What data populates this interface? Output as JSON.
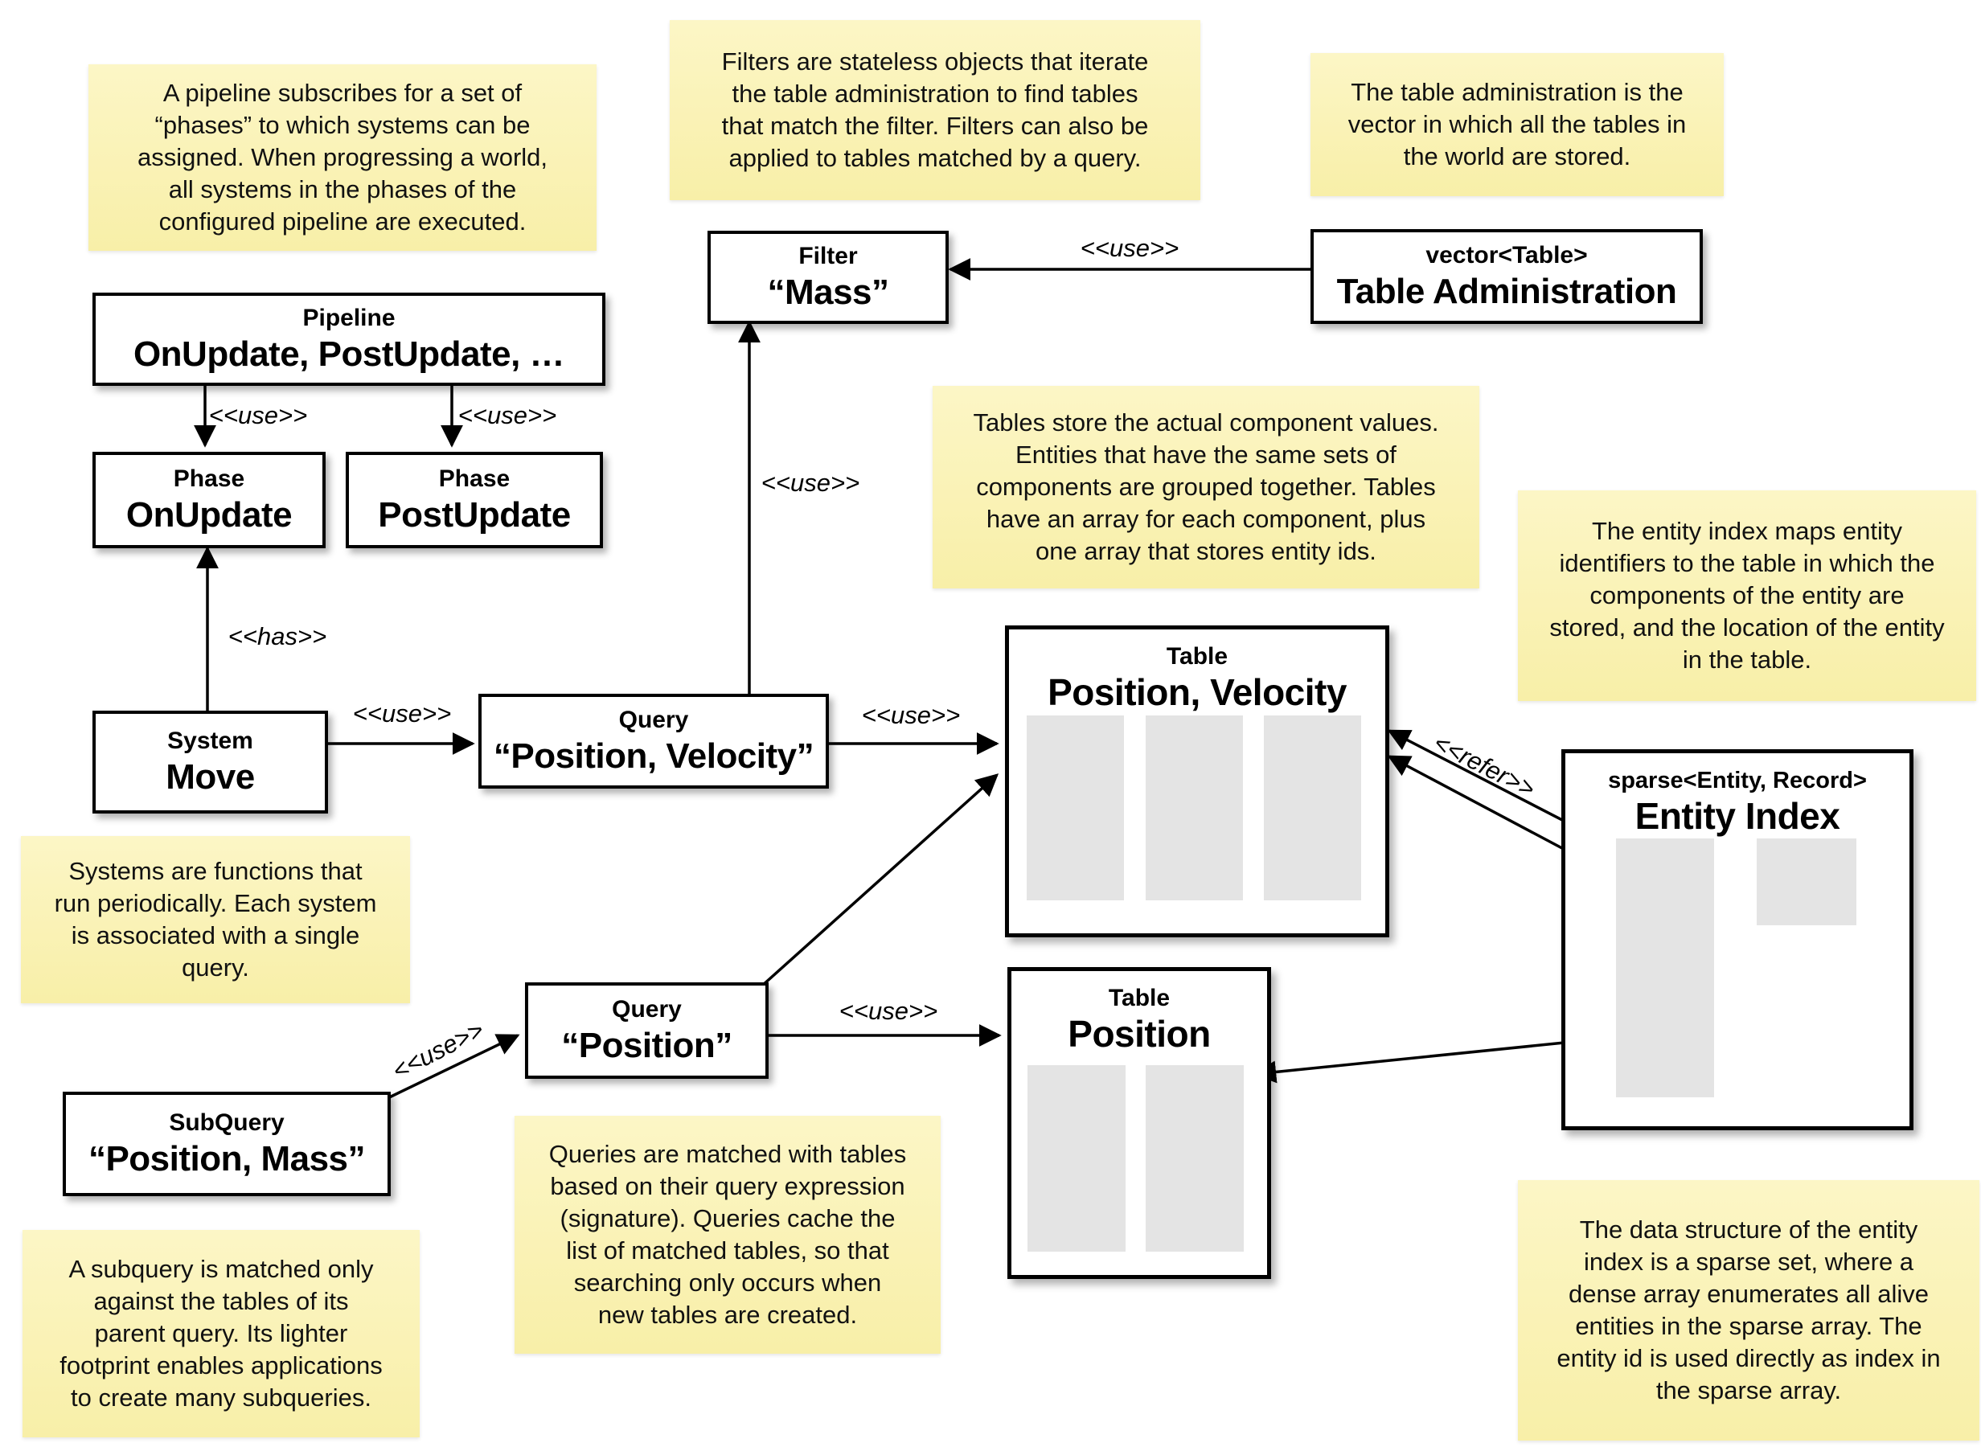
{
  "title": "ECS world architecture diagram",
  "colors": {
    "background": "#ffffff",
    "note_fill_top": "#fcf6c6",
    "note_fill_bottom": "#f8efa8",
    "box_border": "#000000",
    "box_fill": "#ffffff",
    "array_fill": "#e4e4e4",
    "text": "#000000"
  },
  "labels": {
    "use": "<<use>>",
    "has": "<<has>>",
    "refer": "<<refer>>"
  },
  "notes": {
    "pipeline": {
      "text": "A pipeline subscribes for a set of\n“phases” to which systems can be\nassigned. When progressing a world,\nall systems in the phases of the\nconfigured pipeline are executed."
    },
    "filters": {
      "text": "Filters are stateless objects that iterate\nthe table administration to find tables\nthat match the filter. Filters can also be\napplied to tables matched by a query."
    },
    "table_admin": {
      "text": "The table administration is the\nvector in which all the tables in\nthe world are stored."
    },
    "tables": {
      "text": "Tables store the actual component values.\nEntities that have the same sets of\ncomponents are grouped together. Tables\nhave an array for each component, plus\none array that stores entity ids."
    },
    "entity_index": {
      "text": "The entity index maps entity\nidentifiers to the table in which the\ncomponents of the entity are\nstored, and the location of the entity\nin the table."
    },
    "systems": {
      "text": "Systems are functions that\nrun periodically. Each system\nis associated with a single\nquery."
    },
    "queries": {
      "text": "Queries are matched with tables\nbased on their query expression\n(signature). Queries cache the\nlist of matched tables, so that\nsearching only occurs when\nnew tables are created."
    },
    "subquery": {
      "text": "A subquery is matched only\nagainst the tables of its\nparent query. Its lighter\nfootprint enables applications\nto create many subqueries."
    },
    "entity_index_structure": {
      "text": "The data structure of the entity\nindex is a sparse set, where a\ndense array enumerates all alive\nentities in the sparse array. The\nentity id is used directly as index in\nthe sparse array."
    }
  },
  "boxes": {
    "pipeline": {
      "title": "Pipeline",
      "label": "OnUpdate, PostUpdate, …"
    },
    "filter": {
      "title": "Filter",
      "label": "“Mass”"
    },
    "table_admin": {
      "title": "vector<Table>",
      "label": "Table Administration"
    },
    "phase_onupdate": {
      "title": "Phase",
      "label": "OnUpdate"
    },
    "phase_postupdate": {
      "title": "Phase",
      "label": "PostUpdate"
    },
    "system_move": {
      "title": "System",
      "label": "Move"
    },
    "query_position_velocity": {
      "title": "Query",
      "label": "“Position, Velocity”"
    },
    "query_position": {
      "title": "Query",
      "label": "“Position”"
    },
    "subquery": {
      "title": "SubQuery",
      "label": "“Position, Mass”"
    },
    "table_position_velocity": {
      "title": "Table",
      "label": "Position, Velocity"
    },
    "table_position": {
      "title": "Table",
      "label": "Position"
    },
    "entity_index": {
      "title": "sparse<Entity, Record>",
      "label": "Entity Index"
    }
  }
}
